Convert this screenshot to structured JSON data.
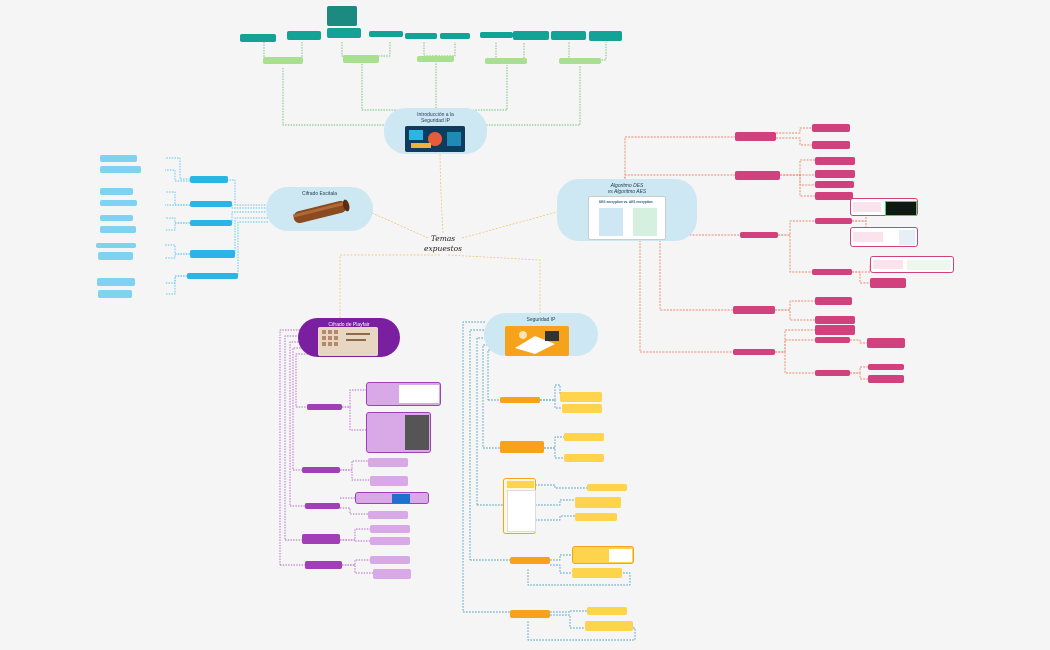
{
  "center": {
    "title_line1": "Temas",
    "title_line2": "expuestos"
  },
  "topics": {
    "intro": {
      "title_line1": "Introducción a la",
      "title_line2": "Seguridad IP"
    },
    "scytale": {
      "title": "Cifrado Escitala"
    },
    "des": {
      "title_line1": "Algoritmo DES",
      "title_line2": "vs Algoritmo AES",
      "card_heading": "DES encryption vs. AES encryption"
    },
    "ipsec": {
      "title": "Seguridad IP"
    },
    "playfair": {
      "title": "Cifrado de Playfair"
    }
  },
  "colors": {
    "teal": "#12a396",
    "blue": "#2bb5e6",
    "pink": "#d0417e",
    "orange": "#f7a21b",
    "purple": "#a03fb8"
  }
}
